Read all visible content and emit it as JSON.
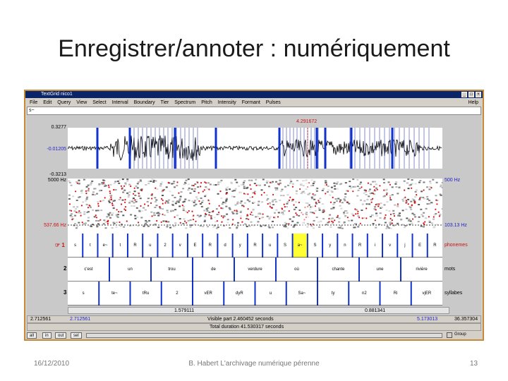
{
  "slide_title": "Enregistrer/annoter : numériquement",
  "window": {
    "title": "TextGrid nico1",
    "menu": [
      "File",
      "Edit",
      "Query",
      "View",
      "Select",
      "Interval",
      "Boundary",
      "Tier",
      "Spectrum",
      "Pitch",
      "Intensity",
      "Formant",
      "Pulses"
    ],
    "help": "Help",
    "text_field": "s~"
  },
  "waveform": {
    "top_label": "0.3277",
    "mid_label": "-0.01205",
    "bottom_label": "-0.3213",
    "cursor_time": "4.291672"
  },
  "spectrogram": {
    "top_left": "5000 Hz",
    "bottom_left": "537.66 Hz",
    "top_right": "500 Hz",
    "bottom_right": "103.13 Hz"
  },
  "tiers": [
    {
      "num": "1",
      "name": "phonemes",
      "segments": [
        "s",
        "t",
        "e~",
        "t",
        "R",
        "u",
        "2",
        "v",
        "E",
        "R",
        "d",
        "y",
        "R",
        "u",
        "S",
        "a~",
        "S",
        "y",
        "n",
        "R",
        "i",
        "v",
        "j",
        "E",
        "R"
      ]
    },
    {
      "num": "2",
      "name": "mots",
      "segments": [
        "c'est",
        "un",
        "trou",
        "de",
        "verdure",
        "où",
        "chante",
        "une",
        "rivière"
      ]
    },
    {
      "num": "3",
      "name": "syllabes",
      "segments": [
        "s",
        "te~",
        "tRu",
        "2",
        "vER",
        "dyR",
        "u",
        "Sa~",
        "ty",
        "n2",
        "Ri",
        "vjER"
      ]
    }
  ],
  "status": {
    "left_duration": "1.579111",
    "right_duration": "0.881341",
    "row2_left": "2.712561",
    "row2_left_blue": "2.712561",
    "visible_part": "Visible part 2.460452 seconds",
    "row2_right_blue": "5.173013",
    "row2_right": "36.357304",
    "total": "Total duration 41.530317 seconds"
  },
  "buttons": {
    "all": "all",
    "in": "in",
    "out": "out",
    "sel": "sel",
    "group": "Group"
  },
  "footer": {
    "date": "16/12/2010",
    "center": "B. Habert L'archivage numérique pérenne",
    "page": "13"
  },
  "colors": {
    "titlebar": "#0a246a",
    "window_border": "#c88a3a",
    "boundary_blue": "#1133cc",
    "pitch_red": "#dd1111",
    "highlight_yellow": "#ffff33"
  }
}
